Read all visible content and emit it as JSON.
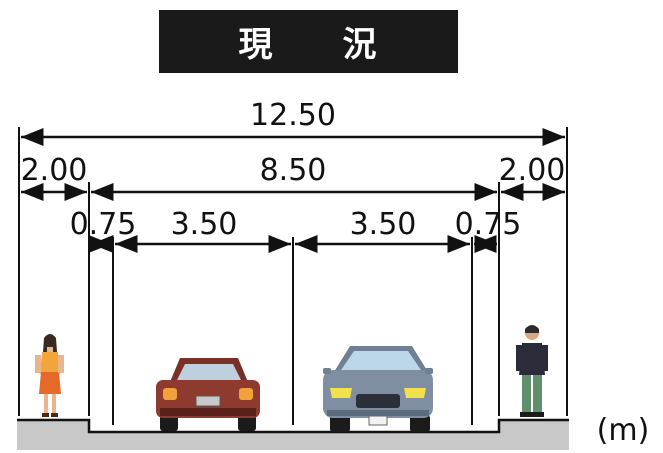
{
  "title": {
    "char1": "現",
    "char2": "況"
  },
  "unit": "(m)",
  "dimensions": {
    "total": "12.50",
    "sidewalk_left": "2.00",
    "roadway": "8.50",
    "sidewalk_right": "2.00",
    "shoulder_left": "0.75",
    "lane_left": "3.50",
    "lane_right": "3.50",
    "shoulder_right": "0.75"
  },
  "colors": {
    "title_bg": "#1a1a1a",
    "ground": "#c8c8c8",
    "red_car": "#8f3a2e",
    "blue_car": "#7f8ea3"
  }
}
